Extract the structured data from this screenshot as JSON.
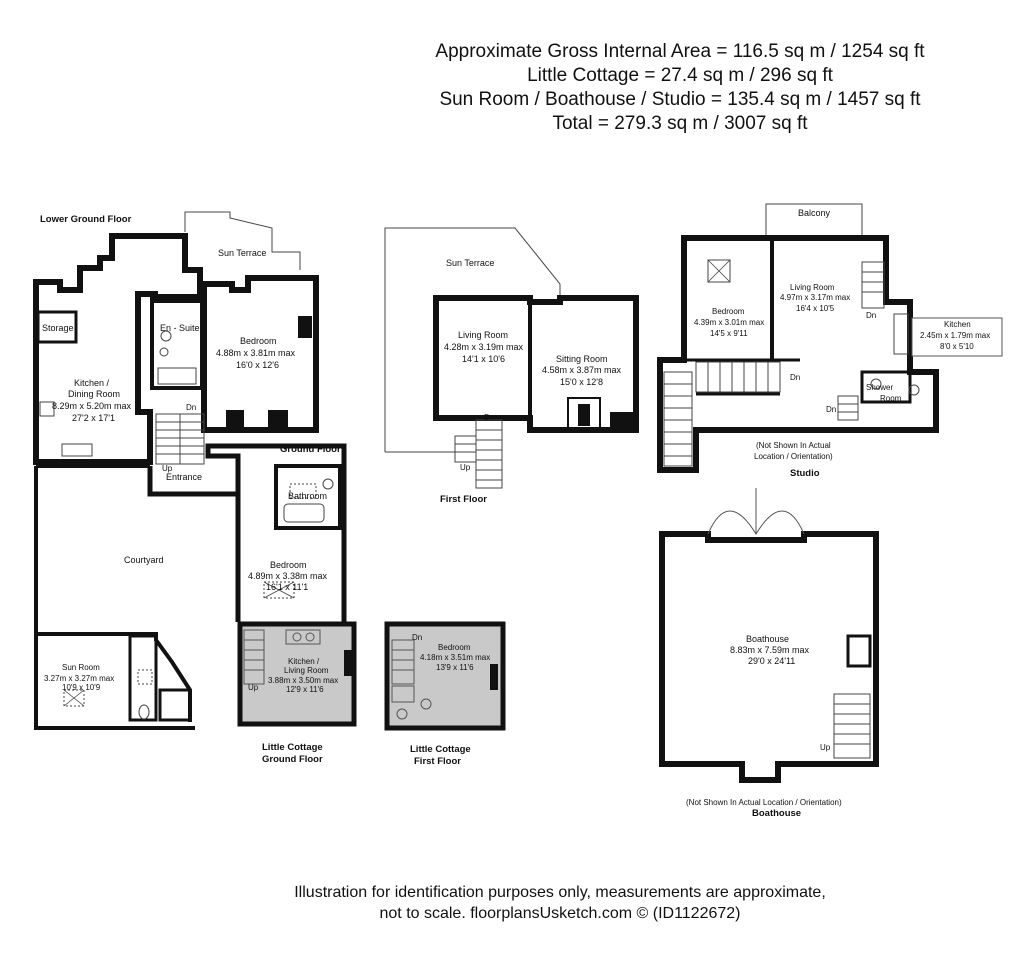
{
  "header": {
    "line1": "Approximate Gross Internal Area = 116.5 sq m / 1254 sq ft",
    "line2": "Little Cottage = 27.4 sq m / 296 sq ft",
    "line3": "Sun Room / Boathouse / Studio = 135.4 sq m / 1457 sq ft",
    "line4": "Total = 279.3 sq m / 3007 sq ft"
  },
  "footer": {
    "line1": "Illustration for identification purposes only, measurements are approximate,",
    "line2": "not to scale. floorplansUsketch.com © (ID1122672)"
  },
  "floors": {
    "lower_ground": "Lower Ground Floor",
    "ground": "Ground Floor",
    "first": "First Floor",
    "little_cottage_ground_1": "Little Cottage",
    "little_cottage_ground_2": "Ground Floor",
    "little_cottage_first_1": "Little Cottage",
    "little_cottage_first_2": "First Floor",
    "studio": "Studio",
    "boathouse": "Boathouse"
  },
  "notes": {
    "studio_note_1": "(Not Shown In Actual",
    "studio_note_2": "Location / Orientation)",
    "boathouse_note": "(Not Shown In Actual Location / Orientation)"
  },
  "rooms": {
    "storage": "Storage",
    "ensuite": "En - Suite",
    "sun_terrace_lg": "Sun Terrace",
    "kitchen_dining_1": "Kitchen /",
    "kitchen_dining_2": "Dining Room",
    "kitchen_dining_3": "8.29m x 5.20m max",
    "kitchen_dining_4": "27'2 x 17'1",
    "bedroom_lg_1": "Bedroom",
    "bedroom_lg_2": "4.88m x 3.81m max",
    "bedroom_lg_3": "16'0 x 12'6",
    "entrance": "Entrance",
    "courtyard": "Courtyard",
    "bathroom": "Bathroom",
    "bedroom_g_1": "Bedroom",
    "bedroom_g_2": "4.89m x 3.38m max",
    "bedroom_g_3": "16'1 x 11'1",
    "sun_room_1": "Sun Room",
    "sun_room_2": "3.27m x 3.27m max",
    "sun_room_3": "10'9 x 10'9",
    "lc_kitchen_1": "Kitchen /",
    "lc_kitchen_2": "Living Room",
    "lc_kitchen_3": "3.88m x 3.50m max",
    "lc_kitchen_4": "12'9 x 11'6",
    "sun_terrace_ff": "Sun Terrace",
    "living_ff_1": "Living Room",
    "living_ff_2": "4.28m x 3.19m max",
    "living_ff_3": "14'1 x 10'6",
    "sitting_1": "Sitting Room",
    "sitting_2": "4.58m x 3.87m max",
    "sitting_3": "15'0 x 12'8",
    "lc_bed_1": "Bedroom",
    "lc_bed_2": "4.18m x 3.51m max",
    "lc_bed_3": "13'9 x 11'6",
    "balcony": "Balcony",
    "studio_bed_1": "Bedroom",
    "studio_bed_2": "4.39m x 3.01m max",
    "studio_bed_3": "14'5 x 9'11",
    "studio_living_1": "Living Room",
    "studio_living_2": "4.97m x 3.17m max",
    "studio_living_3": "16'4 x 10'5",
    "studio_kitchen_1": "Kitchen",
    "studio_kitchen_2": "2.45m x 1.79m max",
    "studio_kitchen_3": "8'0 x 5'10",
    "shower_1": "Shower",
    "shower_2": "Room",
    "boathouse_1": "Boathouse",
    "boathouse_2": "8.83m x 7.59m max",
    "boathouse_3": "29'0 x 24'11"
  },
  "stairs": {
    "dn": "Dn",
    "up": "Up"
  }
}
